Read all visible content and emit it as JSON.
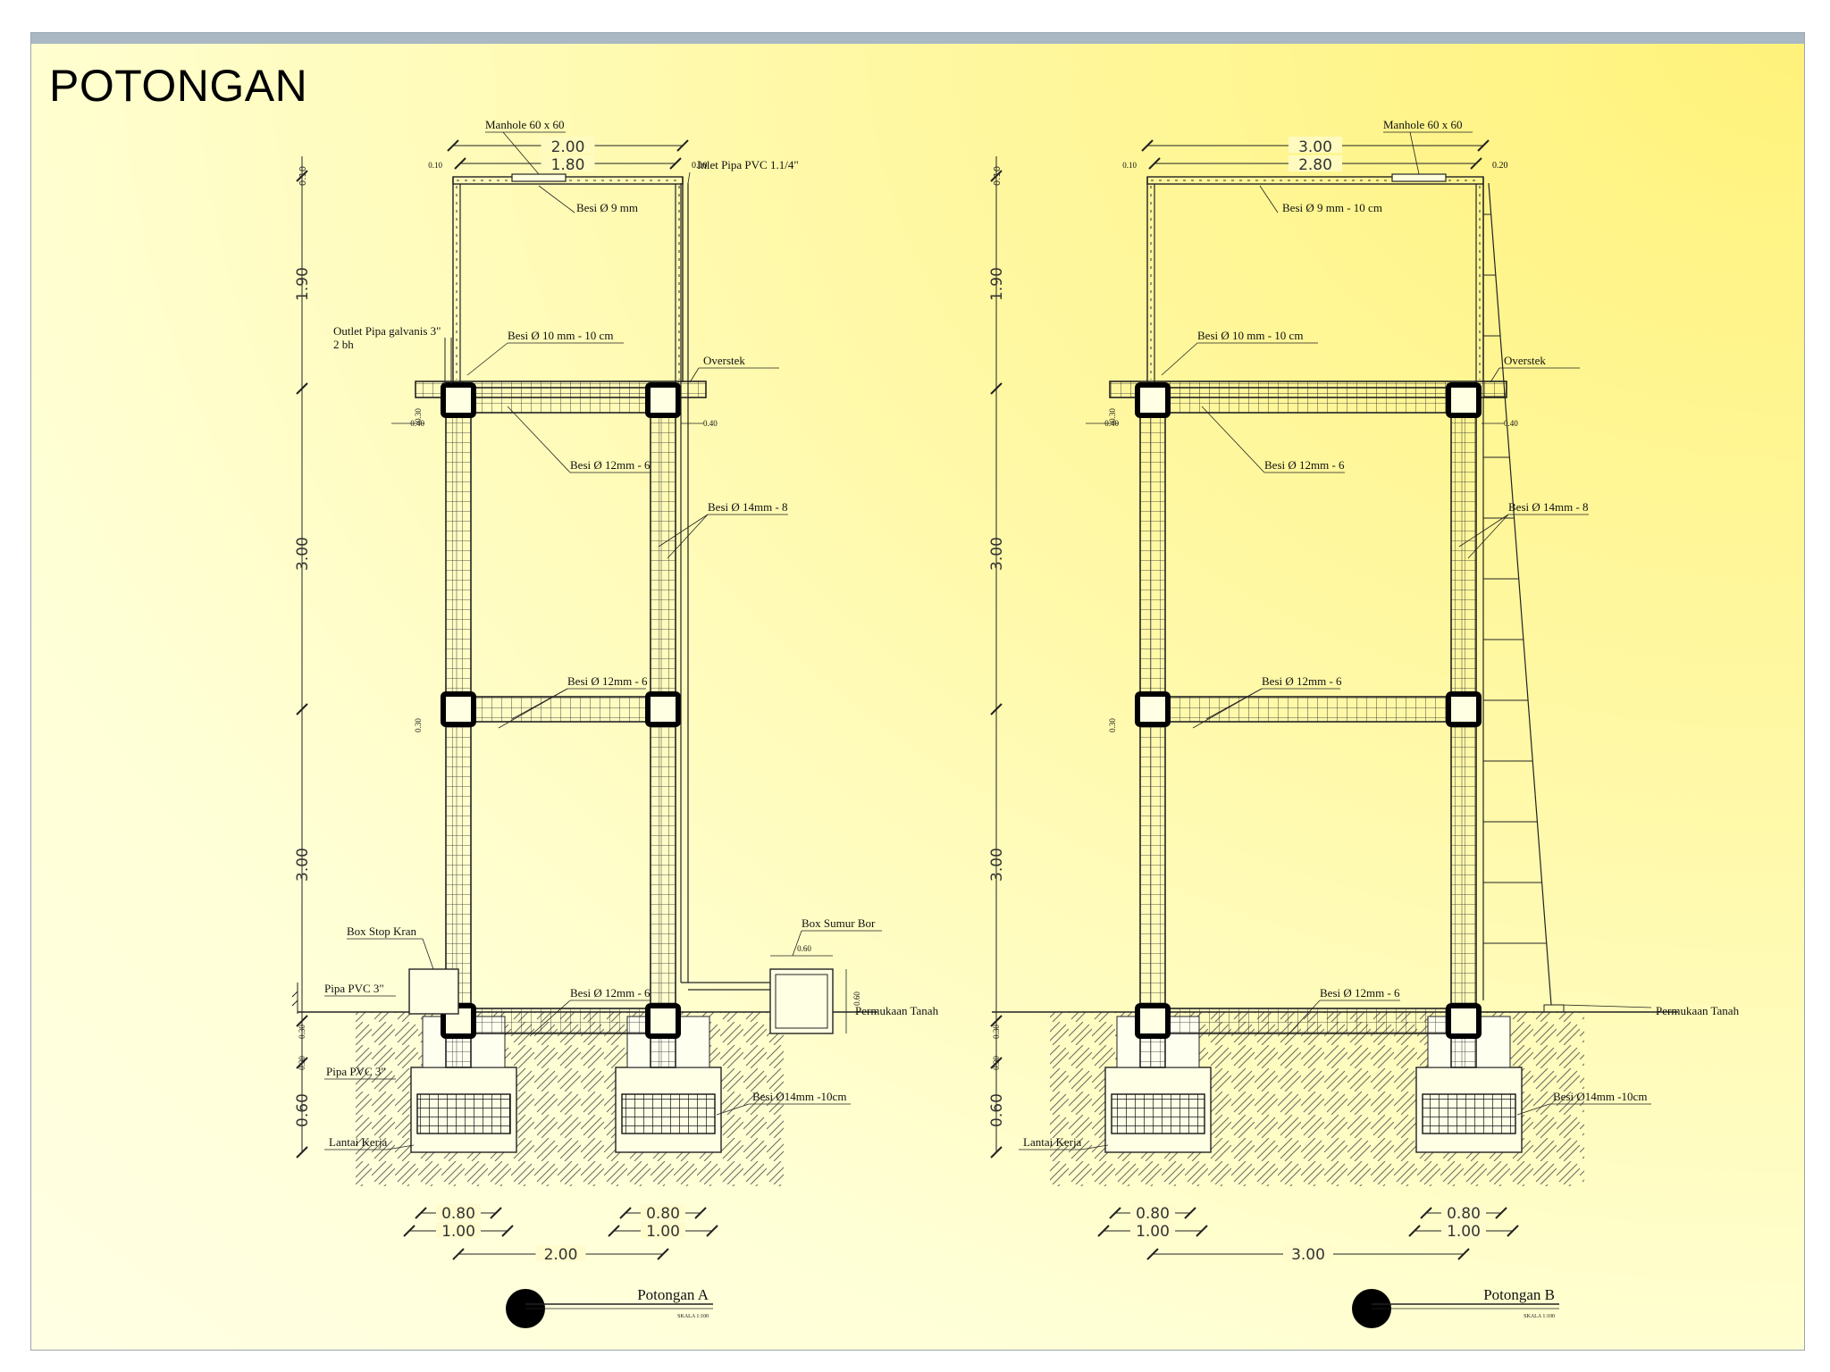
{
  "sheet": {
    "title": "POTONGAN"
  },
  "sections": [
    {
      "id": "A",
      "title": "Potongan A",
      "scale": "SKALA 1:100",
      "width_label": "2.00",
      "top_outer": "2.00",
      "top_inner": "1.80",
      "manhole": "Manhole 60 x 60",
      "inlet": "Inlet Pipa PVC 1.1/4\"",
      "wall_left": "0.10",
      "wall_right": "0.10",
      "tank_rebar": "Besi Ø  9 mm",
      "outlet_line1": "Outlet Pipa galvanis 3\"",
      "outlet_line2": "2 bh",
      "slab_rebar": "Besi Ø 10 mm - 10 cm",
      "overstek": "Overstek",
      "cant_left": "0.40",
      "cant_right": "0.40",
      "beam_top": "Besi Ø 12mm - 6",
      "col_rebar": "Besi Ø 14mm - 8",
      "beam_mid": "Besi Ø 12mm - 6",
      "beam_bot": "Besi Ø 12mm - 6",
      "box_stop": "Box Stop Kran",
      "pipa_pvc1": "Pipa PVC 3\"",
      "pipa_pvc2": "Pipa PVC 3\"",
      "box_sumur": "Box Sumur Bor",
      "sumur_w": "0.60",
      "sumur_h": "0.60",
      "permukaan": "Permukaan Tanah",
      "foot_rebar": "Besi Ø14mm -10cm",
      "lantai": "Lantai Kerja",
      "v_dims": [
        "0.10",
        "1.90",
        "3.00",
        "3.00",
        "0.60"
      ],
      "small_dims": [
        "0.30",
        "0.30",
        "0.30",
        "0.30"
      ],
      "foot_dims": [
        "0.80",
        "1.00",
        "0.80",
        "1.00"
      ]
    },
    {
      "id": "B",
      "title": "Potongan B",
      "scale": "SKALA 1:100",
      "width_label": "3.00",
      "top_outer": "3.00",
      "top_inner": "2.80",
      "manhole": "Manhole 60 x 60",
      "wall_left": "0.10",
      "wall_right": "0.20",
      "tank_rebar": "Besi Ø  9 mm - 10 cm",
      "slab_rebar": "Besi Ø 10 mm - 10 cm",
      "overstek": "Overstek",
      "cant_left": "0.40",
      "cant_right": "0.40",
      "beam_top": "Besi Ø 12mm - 6",
      "col_rebar": "Besi Ø 14mm - 8",
      "beam_mid": "Besi Ø 12mm - 6",
      "beam_bot": "Besi Ø 12mm - 6",
      "permukaan": "Permukaan Tanah",
      "foot_rebar": "Besi Ø14mm -10cm",
      "lantai": "Lantai Kerja",
      "v_dims": [
        "0.10",
        "1.90",
        "3.00",
        "3.00",
        "0.60"
      ],
      "small_dims": [
        "0.30",
        "0.30",
        "0.30",
        "0.30"
      ],
      "foot_dims": [
        "0.80",
        "1.00",
        "0.80",
        "1.00"
      ]
    }
  ]
}
